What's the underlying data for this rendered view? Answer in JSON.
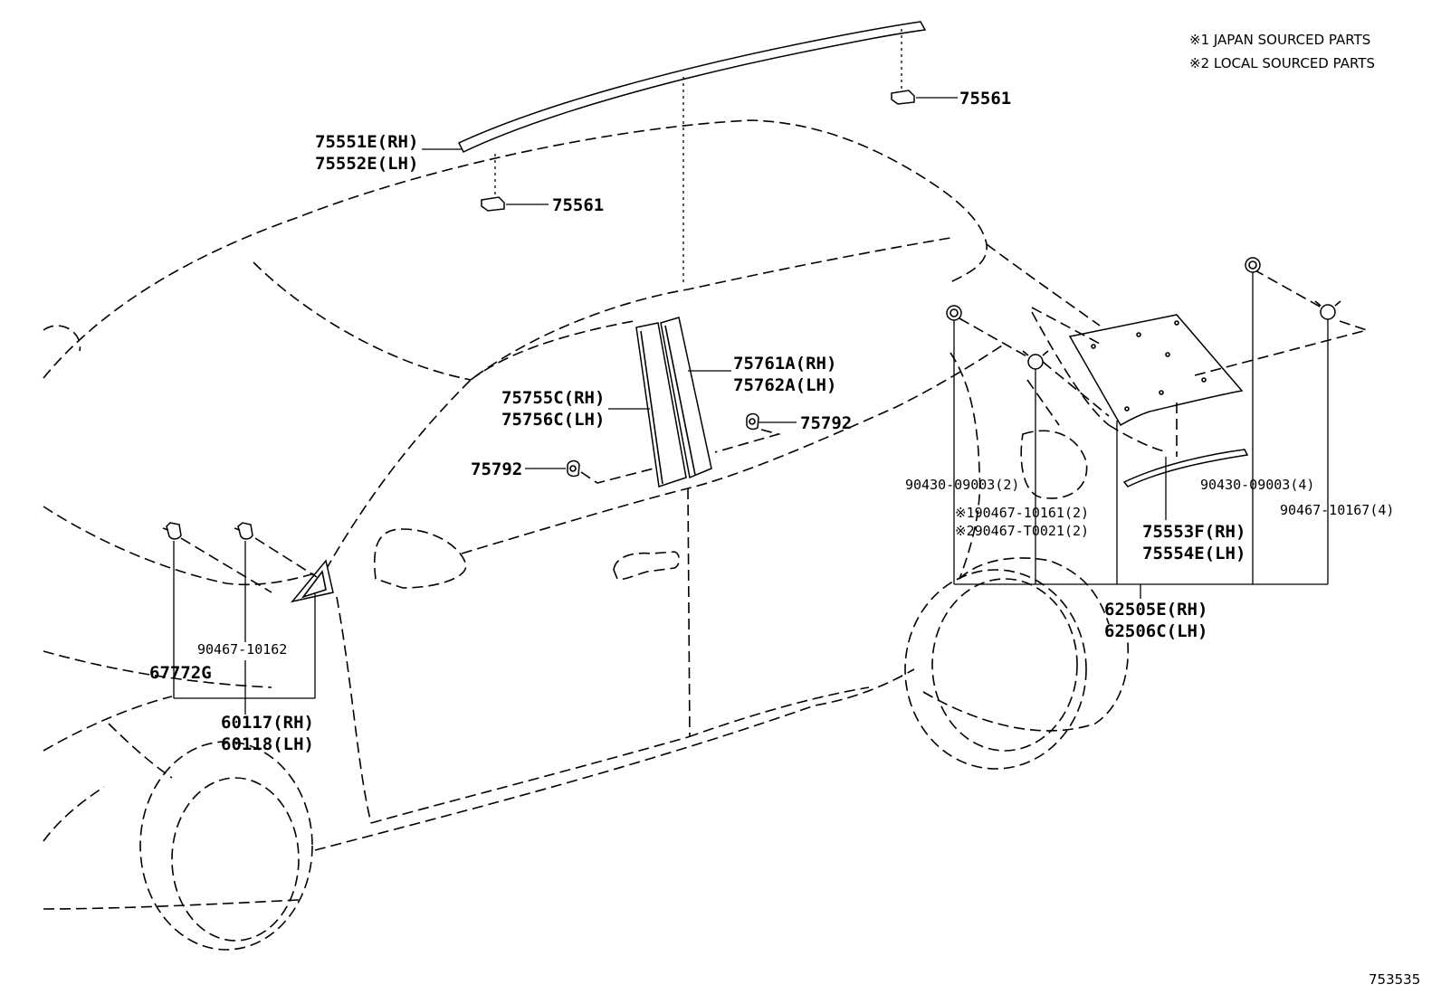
{
  "notes": {
    "note1": "※1  JAPAN SOURCED PARTS",
    "note2": "※2  LOCAL SOURCED PARTS"
  },
  "labels": {
    "roof_molding_rh": "75551E(RH)",
    "roof_molding_lh": "75552E(LH)",
    "clip_top": "75561",
    "clip_mid": "75561",
    "pillar_outer_rh": "75761A(RH)",
    "pillar_outer_lh": "75762A(LH)",
    "pillar_inner_rh": "75755C(RH)",
    "pillar_inner_lh": "75756C(LH)",
    "clip_75792_right": "75792",
    "clip_75792_left": "75792",
    "screw_09003_2": "90430-09003(2)",
    "clip_10161_2": "※190467-10161(2)",
    "clip_t0021_2": "※290467-T0021(2)",
    "quarter_molding_rh": "75553F(RH)",
    "quarter_molding_lh": "75554E(LH)",
    "screw_09003_4": "90430-09003(4)",
    "clip_10167_4": "90467-10167(4)",
    "spoiler_rh": "62505E(RH)",
    "spoiler_lh": "62506C(LH)",
    "clip_10162": "90467-10162",
    "cover_67772g": "67772G",
    "mirror_cover_rh": "60117(RH)",
    "mirror_cover_lh": "60118(LH)",
    "figure_ref": "753535"
  }
}
